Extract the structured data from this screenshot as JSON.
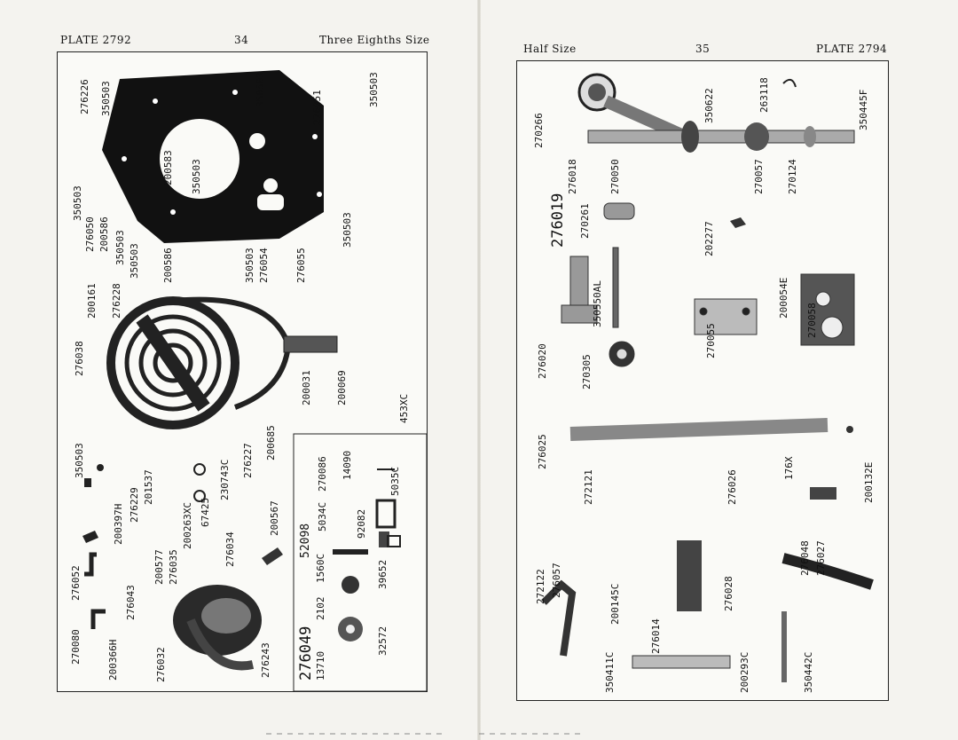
{
  "left_page": {
    "plate": "PLATE 2792",
    "page_number": "34",
    "size_note": "Three Eighths Size",
    "part_numbers": [
      "276226",
      "350503",
      "350503",
      "350503",
      "276051",
      "350503",
      "350503",
      "276050",
      "200586",
      "200583",
      "350503",
      "350503",
      "200586",
      "350503",
      "276054",
      "276055",
      "350503",
      "200161",
      "276228",
      "276038",
      "200031",
      "200069",
      "453XC",
      "350503",
      "201537",
      "276229",
      "200397H",
      "276052",
      "276043",
      "200577",
      "276035",
      "200263XC",
      "67425",
      "230743C",
      "276227",
      "200685",
      "200567",
      "276034",
      "270080",
      "200366H",
      "276032",
      "276243",
      "276049",
      "13710",
      "2102",
      "1560C",
      "52098",
      "5034C",
      "270086",
      "14090",
      "5035C",
      "32572",
      "39652",
      "92082"
    ]
  },
  "right_page": {
    "plate": "PLATE 2794",
    "page_number": "35",
    "size_note": "Half Size",
    "part_numbers": [
      "270266",
      "276019",
      "276018",
      "350622",
      "263118",
      "350445F",
      "270050",
      "270057",
      "270124",
      "270261",
      "202277",
      "276020",
      "350550AL",
      "270055",
      "200054E",
      "270058",
      "270305",
      "276025",
      "272121",
      "276026",
      "176X",
      "200132E",
      "272122",
      "276057",
      "200145C",
      "276014",
      "276028",
      "276048",
      "276027",
      "350411C",
      "200293C",
      "350442C"
    ]
  },
  "icons": [
    "engine-plate-illustration",
    "fan-guard-illustration",
    "shaft-illustration",
    "lever-illustration"
  ]
}
